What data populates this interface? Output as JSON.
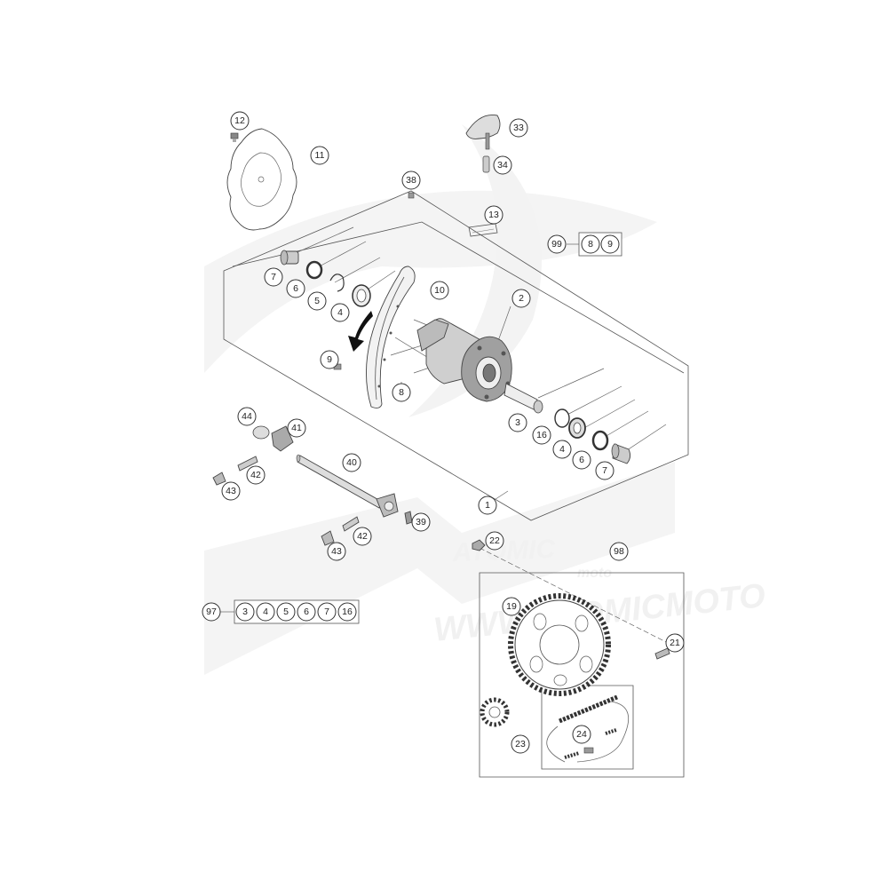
{
  "watermark": {
    "text": "WWW.ATOMICMOTO",
    "logo_text": "ATOMIC",
    "logo_sub": "moto"
  },
  "callouts": [
    {
      "id": "c12",
      "label": "12"
    },
    {
      "id": "c11",
      "label": "11"
    },
    {
      "id": "c33",
      "label": "33"
    },
    {
      "id": "c34",
      "label": "34"
    },
    {
      "id": "c38",
      "label": "38"
    },
    {
      "id": "c13",
      "label": "13"
    },
    {
      "id": "c7a",
      "label": "7"
    },
    {
      "id": "c6a",
      "label": "6"
    },
    {
      "id": "c5a",
      "label": "5"
    },
    {
      "id": "c4a",
      "label": "4"
    },
    {
      "id": "c10",
      "label": "10"
    },
    {
      "id": "c2",
      "label": "2"
    },
    {
      "id": "c9a",
      "label": "9"
    },
    {
      "id": "c8a",
      "label": "8"
    },
    {
      "id": "c3a",
      "label": "3"
    },
    {
      "id": "c16a",
      "label": "16"
    },
    {
      "id": "c4b",
      "label": "4"
    },
    {
      "id": "c6b",
      "label": "6"
    },
    {
      "id": "c7b",
      "label": "7"
    },
    {
      "id": "c1",
      "label": "1"
    },
    {
      "id": "c44",
      "label": "44"
    },
    {
      "id": "c41",
      "label": "41"
    },
    {
      "id": "c42a",
      "label": "42"
    },
    {
      "id": "c43a",
      "label": "43"
    },
    {
      "id": "c40",
      "label": "40"
    },
    {
      "id": "c39",
      "label": "39"
    },
    {
      "id": "c42b",
      "label": "42"
    },
    {
      "id": "c43b",
      "label": "43"
    },
    {
      "id": "c22",
      "label": "22"
    },
    {
      "id": "c98",
      "label": "98"
    },
    {
      "id": "c19",
      "label": "19"
    },
    {
      "id": "c21",
      "label": "21"
    },
    {
      "id": "c23",
      "label": "23"
    },
    {
      "id": "c24",
      "label": "24"
    },
    {
      "id": "c99",
      "label": "99"
    },
    {
      "id": "c97",
      "label": "97"
    }
  ],
  "kits": {
    "kit99": {
      "label": "99",
      "items": [
        "8",
        "9"
      ]
    },
    "kit97": {
      "label": "97",
      "items": [
        "3",
        "4",
        "5",
        "6",
        "7",
        "16"
      ]
    }
  }
}
